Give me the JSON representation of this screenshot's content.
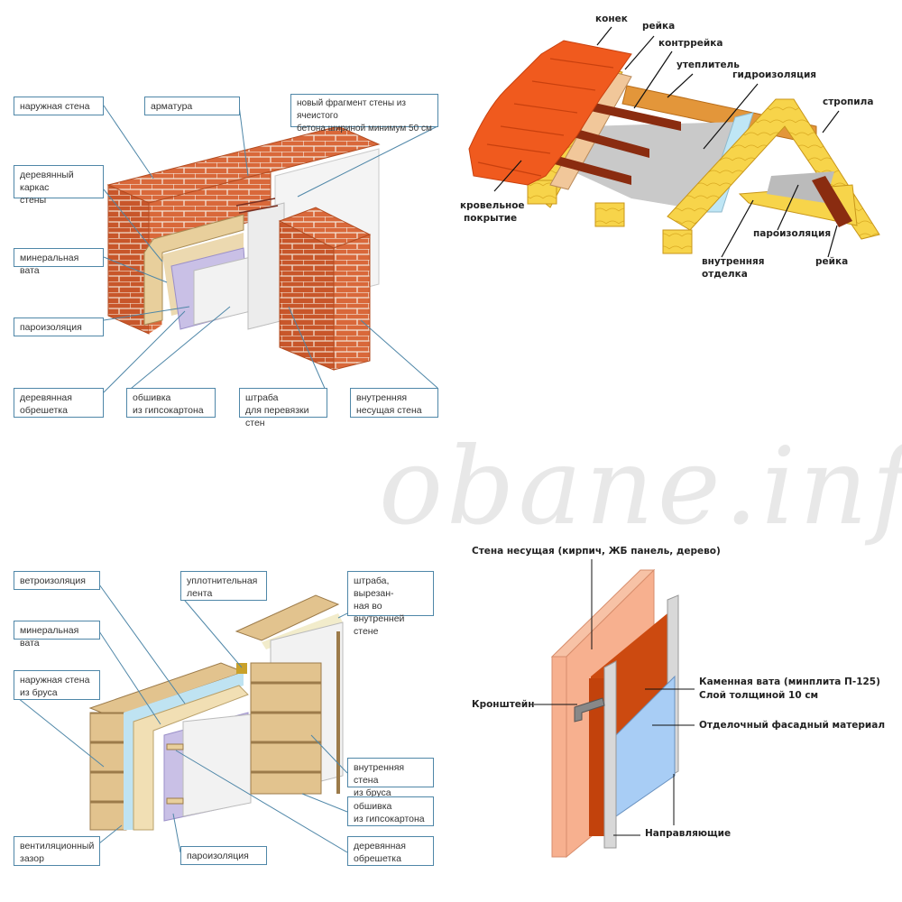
{
  "watermark": "obane.info",
  "panel_brick": {
    "labels": {
      "outer_wall": "наружная стена",
      "rebar": "арматура",
      "new_fragment_1": "новый фрагмент стены из ячеистого",
      "new_fragment_2": "бетона шириной минимум 50 см",
      "frame_1": "деревянный каркас",
      "frame_2": "стены",
      "mineral_wool": "минеральная вата",
      "vapor_barrier": "пароизоляция",
      "battens_1": "деревянная",
      "battens_2": "обрешетка",
      "drywall_1": "обшивка",
      "drywall_2": "из гипсокартона",
      "groove_1": "штраба",
      "groove_2": "для перевязки стен",
      "inner_wall_1": "внутренняя",
      "inner_wall_2": "несущая стена"
    },
    "colors": {
      "brick": "#d9683a",
      "mortar": "#f3e4d6",
      "wood": "#e8cf9c",
      "vapor": "#c9c0e6",
      "drywall": "#f2f2f2",
      "leader": "#4f87a8"
    }
  },
  "panel_roof": {
    "labels": {
      "ridge": "конек",
      "batten": "рейка",
      "counter_batten": "контррейка",
      "insulation": "утеплитель",
      "waterproofing": "гидроизоляция",
      "rafters": "стропила",
      "roofing_1": "кровельное",
      "roofing_2": "покрытие",
      "vapor_barrier": "пароизоляция",
      "inner_finish_1": "внутренняя",
      "inner_finish_2": "отделка",
      "batten_inner": "рейка"
    },
    "colors": {
      "tile": "#f05a1e",
      "wood": "#f7d44a",
      "counter": "#8a2c10",
      "membrane": "#c9c9c9",
      "foil": "#bfe6f5"
    }
  },
  "panel_timber": {
    "labels": {
      "wind_barrier": "ветроизоляция",
      "sealing_tape_1": "уплотнительная",
      "sealing_tape_2": "лента",
      "groove_1": "штраба, вырезан-",
      "groove_2": "ная во внутренней",
      "groove_3": "стене",
      "mineral_wool": "минеральная вата",
      "outer_wall_1": "наружная стена",
      "outer_wall_2": "из бруса",
      "inner_wall_1": "внутренняя стена",
      "inner_wall_2": "из бруса",
      "drywall_1": "обшивка",
      "drywall_2": "из гипсокартона",
      "battens_1": "деревянная",
      "battens_2": "обрешетка",
      "vent_gap_1": "вентиляционный",
      "vent_gap_2": "зазор",
      "vapor_barrier": "пароизоляция"
    },
    "colors": {
      "timber": "#e2c38e",
      "wind": "#bfe3f2",
      "vapor": "#c9c0e6",
      "drywall": "#f2f2f2"
    }
  },
  "panel_facade": {
    "labels": {
      "wall": "Стена несущая (кирпич, ЖБ панель, дерево)",
      "bracket": "Кронштейн",
      "stone_wool_1": "Каменная вата (минплита П-125)",
      "stone_wool_2": "Слой толщиной 10 см",
      "finish": "Отделочный фасадный материал",
      "guides": "Направляющие"
    },
    "colors": {
      "wall": "#f7b08f",
      "wool": "#cc4a10",
      "guide": "#d8d8d8",
      "panel": "#a8cdf5"
    }
  }
}
